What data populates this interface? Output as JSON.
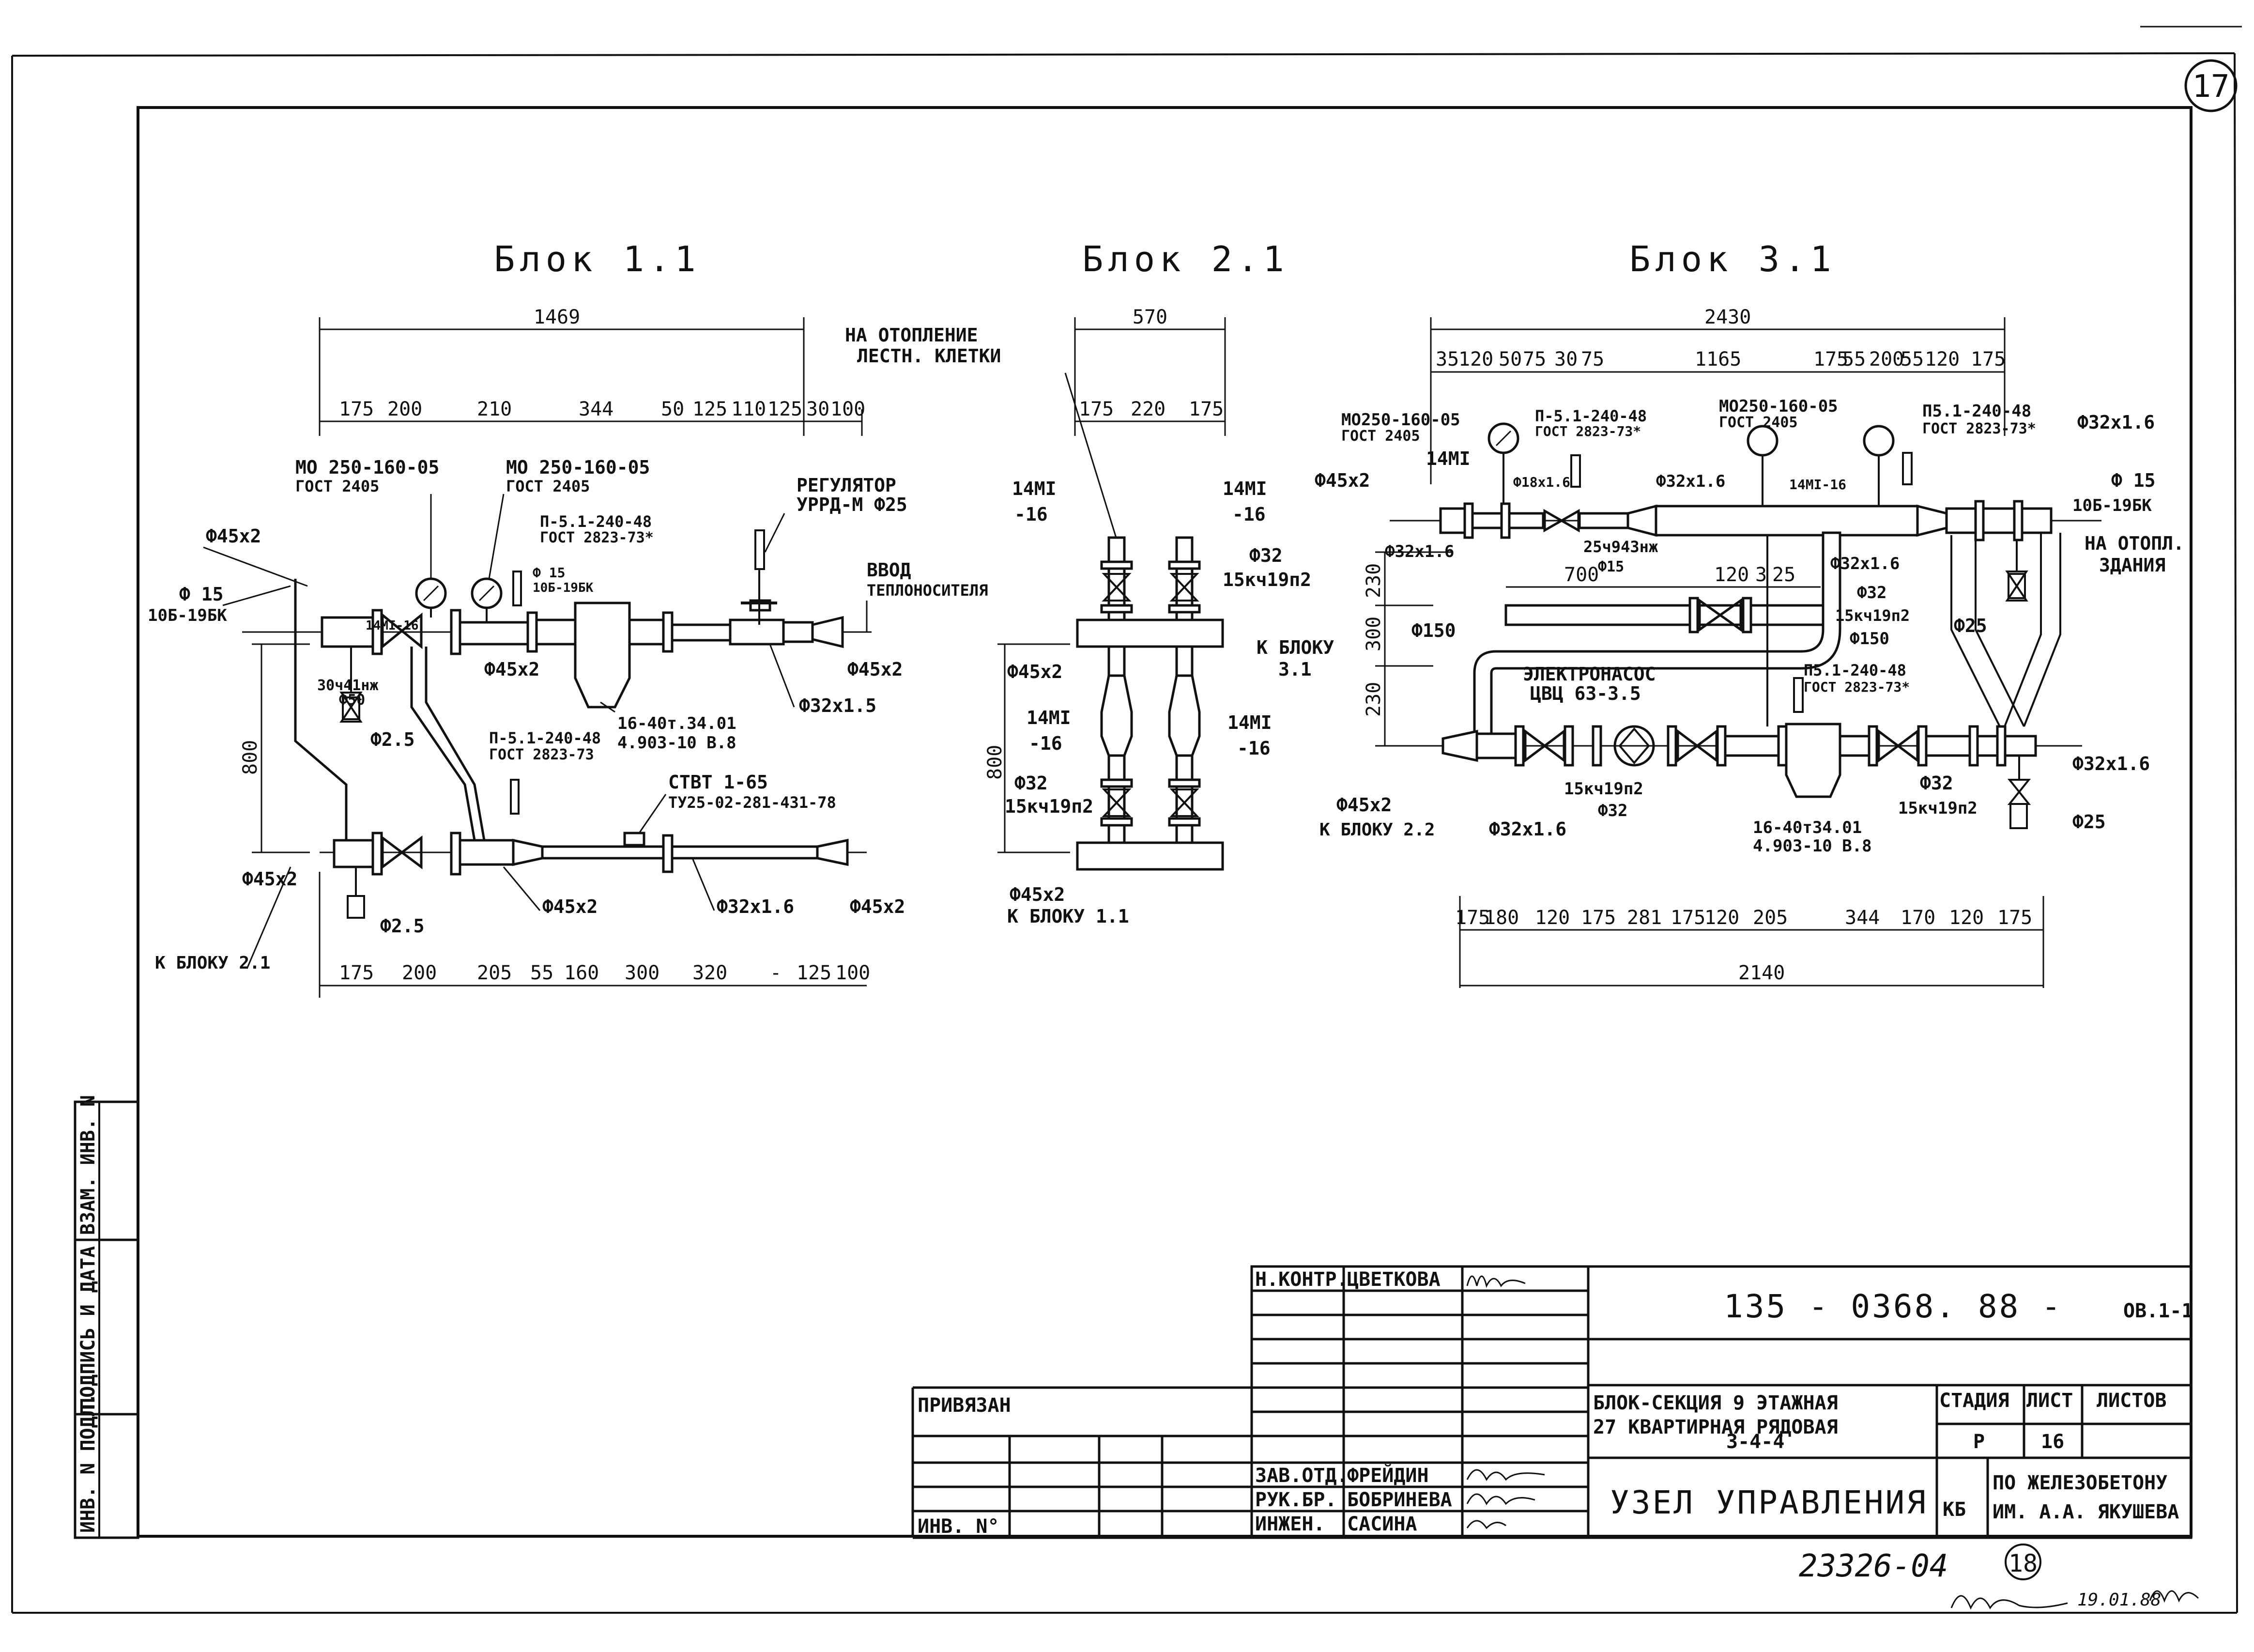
{
  "sheet": {
    "sheet_number": "17",
    "bottom_number": "23326-04",
    "bottom_circle": "18",
    "bottom_signature_date": "19.01.88"
  },
  "blocks": {
    "b1": {
      "title": "Блок 1.1",
      "dim_total": "1469",
      "dims_top": [
        "175",
        "200",
        "210",
        "344",
        "50",
        "125",
        "110",
        "125",
        "30",
        "100"
      ],
      "dims_bottom": [
        "175",
        "200",
        "205",
        "55",
        "160",
        "300",
        "320",
        "-",
        "125",
        "100"
      ],
      "dim_vertical": "800",
      "labels": {
        "mano1": "МО 250-160-05",
        "mano1_gost": "ГОСТ 2405",
        "mano2": "МО 250-160-05",
        "mano2_gost": "ГОСТ 2405",
        "therm1": "П-5.1-240-48",
        "therm1_gost": "ГОСТ 2823-73*",
        "d15_small": "Ф 15",
        "valve_small": "10Б-19БК",
        "regulator": "РЕГУЛЯТОР",
        "regulator2": "УРРД-М Ф25",
        "inlet": "ВВОД",
        "inlet2": "ТЕПЛОНОСИТЕЛЯ",
        "d45_tl": "Ф45х2",
        "d15_left": "Ф 15",
        "valve_left": "10Б-19БК",
        "valve_14mi": "14МI-16",
        "valve_30": "30ч41нж",
        "d50": "Ф50",
        "d45_mid": "Ф45х2",
        "d45_right": "Ф45х2",
        "d32_right": "Ф32х1.5",
        "d25_a": "Ф2.5",
        "filter": "16-40т.34.01",
        "filter2": "4.903-10 В.8",
        "therm2": "П-5.1-240-48",
        "therm2_gost": "ГОСТ 2823-73",
        "stvt": "СТВТ 1-65",
        "stvt2": "ТУ25-02-281-431-78",
        "d45_bl": "Ф45х2",
        "d25_b": "Ф2.5",
        "d45_bm": "Ф45х2",
        "d32_bm": "Ф32х1.6",
        "d45_br": "Ф45х2",
        "to_block": "К БЛОКУ 2.1"
      }
    },
    "b2": {
      "title": "Блок 2.1",
      "dim_total": "570",
      "dims_top": [
        "175",
        "220",
        "175"
      ],
      "dim_vertical": "800",
      "labels": {
        "heat1": "НА ОТОПЛЕНИЕ",
        "heat2": "ЛЕСТН. КЛЕТКИ",
        "v_tl": "14МI",
        "v_tl2": "-16",
        "v_tr": "14МI",
        "v_tr2": "-16",
        "d32_t": "Ф32",
        "v15_t": "15кч19п2",
        "to_b3": "К БЛОКУ",
        "to_b3_2": "3.1",
        "d45_l": "Ф45х2",
        "v_ml": "14МI",
        "v_ml2": "-16",
        "v_mr": "14МI",
        "v_mr2": "-16",
        "d32_b": "Ф32",
        "v15_b": "15кч19п2",
        "d45_b": "Ф45х2",
        "to_b1": "К БЛОКУ 1.1"
      }
    },
    "b3": {
      "title": "Блок 3.1",
      "dim_total": "2430",
      "dims_top": [
        "35",
        "120",
        "50",
        "75",
        "30",
        "75",
        "1165",
        "175",
        "55",
        "200",
        "55",
        "120",
        "175"
      ],
      "dims_inner": [
        "700",
        "120",
        "3",
        "25"
      ],
      "dims_vertical": [
        "230",
        "300",
        "230"
      ],
      "dims_bottom": [
        "175",
        "180",
        "120",
        "175",
        "281",
        "175",
        "120",
        "205",
        "344",
        "170",
        "120",
        "175"
      ],
      "dim_bottom_total": "2140",
      "labels": {
        "mano1": "МО250-160-05",
        "mano1_gost": "ГОСТ 2405",
        "v_14mi": "14МI",
        "therm1": "П-5.1-240-48",
        "therm1_gost": "ГОСТ 2823-73*",
        "mano2": "МО250-160-05",
        "mano2_gost": "ГОСТ 2405",
        "therm2": "П5.1-240-48",
        "therm2_gost": "ГОСТ 2823-73*",
        "d32_tr": "Ф32х1.6",
        "d45_l": "Ф45х2",
        "d18": "Ф18х1.6",
        "d32_top": "Ф32х1.6",
        "v_14mi_r": "14МI-16",
        "d15_r": "Ф 15",
        "v15_r": "10Б-19БК",
        "d32_l": "Ф32х1.6",
        "v254": "25ч943нж",
        "d15_m": "Ф15",
        "d32_m": "Ф32х1.6",
        "d32_m2": "Ф32",
        "v15_m": "15кч19п2",
        "d150_r": "Ф150",
        "heat": "НА ОТОПЛ.",
        "heat2": "ЗДАНИЯ",
        "d150_l": "Ф150",
        "d25_r": "Ф25",
        "pump": "ЭЛЕКТРОНАСОС",
        "pump2": "ЦВЦ 63-3.5",
        "therm3": "П5.1-240-48",
        "therm3_gost": "ГОСТ 2823-73*",
        "d32_rr": "Ф32х1.6",
        "d45_b": "Ф45х2",
        "to_b22": "К БЛОКУ 2.2",
        "d32_b": "Ф32х1.6",
        "v15_b": "15кч19п2",
        "d32_bb": "Ф32",
        "filter": "16-40т34.01",
        "filter2": "4.903-10 В.8",
        "d32_br": "Ф32",
        "v15_br": "15кч19п2",
        "d25_br": "Ф25"
      }
    }
  },
  "side_stamp": [
    "ИНВ. N ПОДЛ.",
    "ПОДПИСЬ И ДАТА",
    "ВЗАМ. ИНВ. N"
  ],
  "title_block": {
    "rows": [
      {
        "role": "Н.КОНТР.",
        "name": "ЦВЕТКОВА"
      },
      {
        "role": "ЗАВ.ОТД.",
        "name": "ФРЕЙДИН"
      },
      {
        "role": "РУК.БР.",
        "name": "БОБРИНЕВА"
      },
      {
        "role": "ИНЖЕН.",
        "name": "САСИНА"
      }
    ],
    "privyazan": "ПРИВЯЗАН",
    "inv_no": "ИНВ. N°",
    "code": "135 - 0368. 88 -",
    "code_suffix": "ОВ.1-1",
    "project1": "БЛОК-СЕКЦИЯ 9 ЭТАЖНАЯ",
    "project2": "27 КВАРТИРНАЯ РЯДОВАЯ",
    "project3": "3-4-4",
    "sheet_title": "УЗЕЛ УПРАВЛЕНИЯ",
    "stage_h": "СТАДИЯ",
    "sheet_h": "ЛИСТ",
    "sheets_h": "ЛИСТОВ",
    "stage": "Р",
    "sheet": "16",
    "org_code": "КБ",
    "org1": "ПО ЖЕЛЕЗОБЕТОНУ",
    "org2": "ИМ. А.А. ЯКУШЕВА"
  }
}
